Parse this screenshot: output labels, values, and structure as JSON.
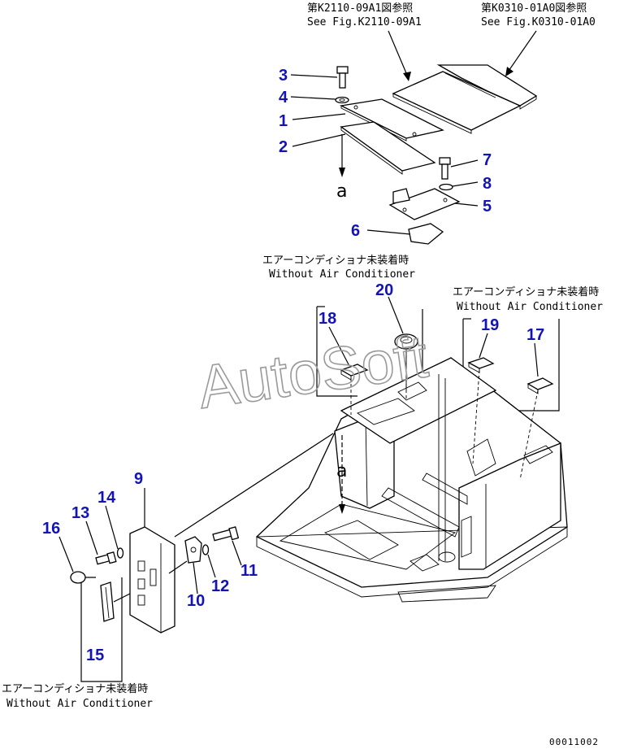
{
  "references": {
    "ref_left_jp": "第K2110-09A1図参照",
    "ref_left_en": "See Fig.K2110-09A1",
    "ref_right_jp": "第K0310-01A0図参照",
    "ref_right_en": "See Fig.K0310-01A0"
  },
  "notes": {
    "center_jp": "エアーコンディショナ未装着時",
    "center_en": "Without Air Conditioner",
    "right_jp": "エアーコンディショナ未装着時",
    "right_en": "Without Air Conditioner",
    "bottom_jp": "エアーコンディショナ未装着時",
    "bottom_en": "Without Air Conditioner"
  },
  "markers": {
    "a_top": "a",
    "a_bottom": "a"
  },
  "callouts": [
    "1",
    "2",
    "3",
    "4",
    "5",
    "6",
    "7",
    "8",
    "9",
    "10",
    "11",
    "12",
    "13",
    "14",
    "15",
    "16",
    "17",
    "18",
    "19",
    "20"
  ],
  "watermark": "AutoSoft",
  "drawing_code": "00011002",
  "colors": {
    "callout": "#1414b4",
    "line": "#000000",
    "watermark": "#9a9a9a"
  }
}
